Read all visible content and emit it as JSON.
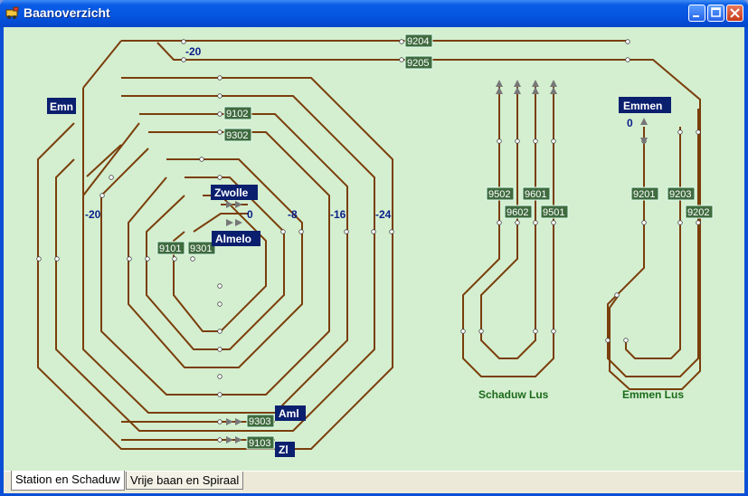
{
  "window": {
    "title": "Baanoverzicht",
    "colors": {
      "background": "#d4eed0",
      "track": "#7a3e0a",
      "station_label_bg": "#0a1f6e",
      "block_label_bg": "#3f6b3f",
      "loop_label": "#1a6a1a"
    }
  },
  "tabs": [
    {
      "label": "Station en Schaduw",
      "active": true
    },
    {
      "label": "Vrije baan en Spiraal",
      "active": false
    }
  ],
  "blocks": {
    "b9204": "9204",
    "b9205": "9205",
    "b9102": "9102",
    "b9302": "9302",
    "b9502": "9502",
    "b9601": "9601",
    "b9602": "9602",
    "b9501": "9501",
    "b9201": "9201",
    "b9203": "9203",
    "b9202": "9202",
    "b9101": "9101",
    "b9301": "9301",
    "b9303": "9303",
    "b9103": "9103"
  },
  "stations": {
    "emn": "Emn",
    "emmen": "Emmen",
    "zwolle": "Zwolle",
    "almelo": "Almelo",
    "aml": "Aml",
    "zl": "Zl"
  },
  "levels": {
    "m20_top": "-20",
    "m20_left": "-20",
    "zero_right": "0",
    "zero_center": "0",
    "m8": "-8",
    "m16": "-16",
    "m24": "-24"
  },
  "loops": {
    "schaduw": "Schaduw Lus",
    "emmen": "Emmen Lus"
  }
}
